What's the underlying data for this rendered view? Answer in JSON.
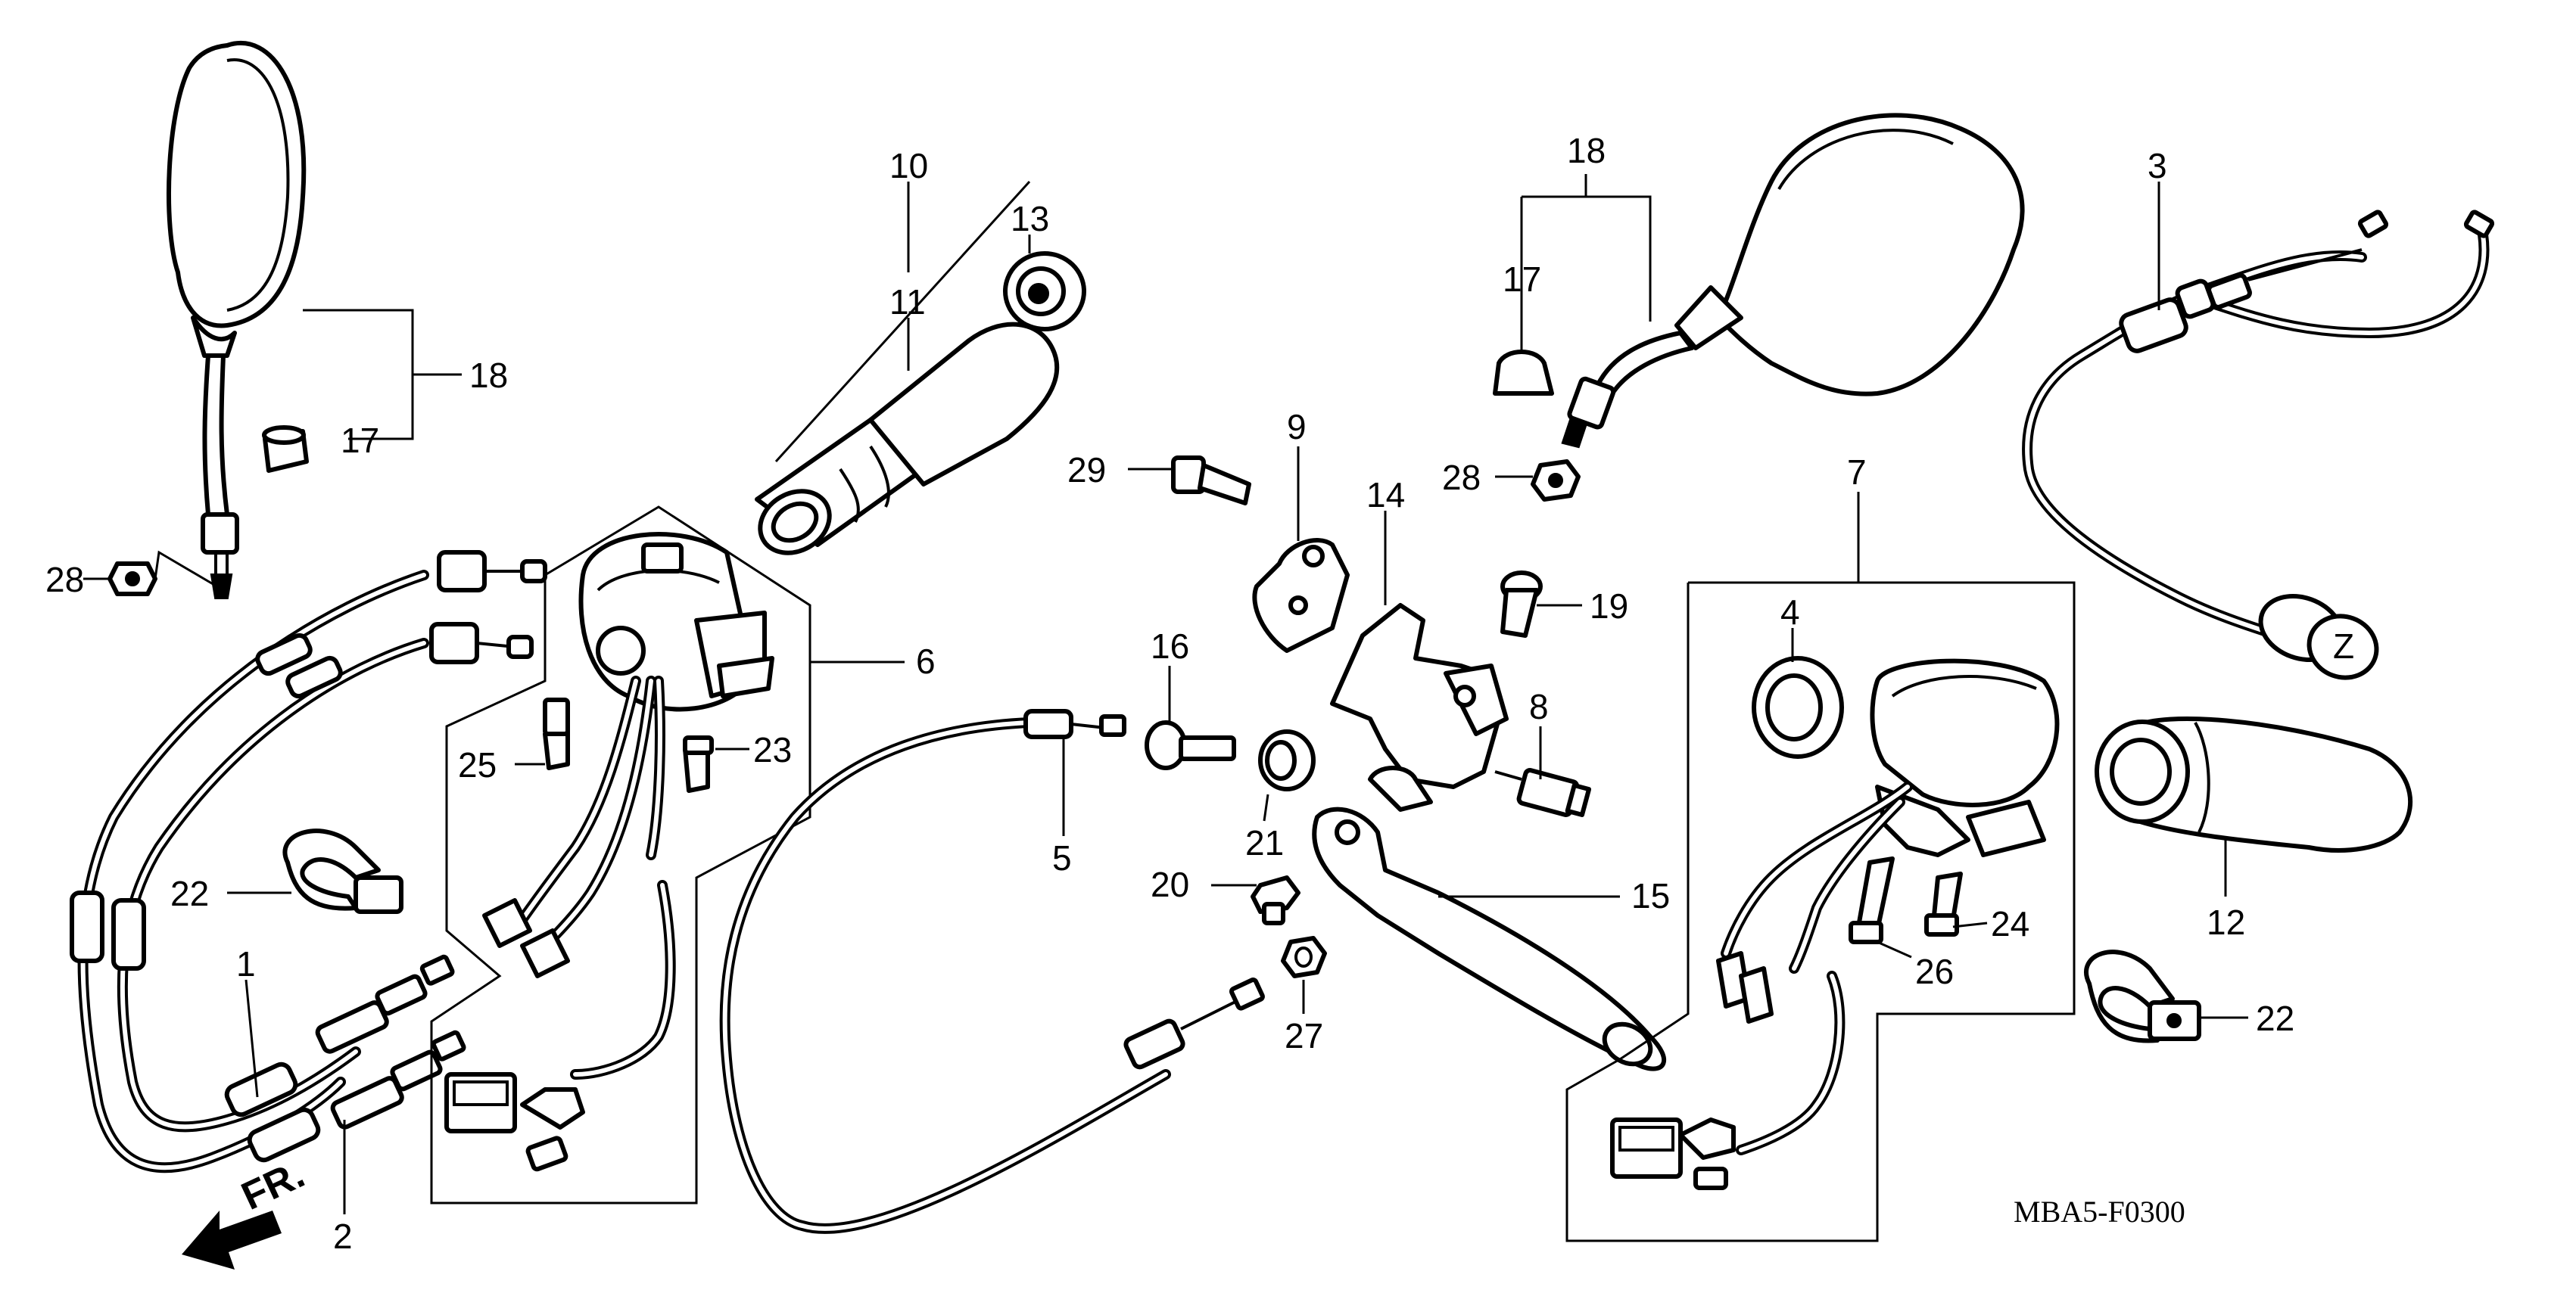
{
  "diagram": {
    "code": "MBA5-F0300",
    "direction_label": "FR.",
    "callouts": {
      "p1": "1",
      "p2": "2",
      "p3": "3",
      "p4": "4",
      "p5": "5",
      "p6": "6",
      "p7": "7",
      "p8": "8",
      "p9": "9",
      "p10": "10",
      "p11": "11",
      "p12": "12",
      "p13": "13",
      "p14": "14",
      "p15": "15",
      "p16": "16",
      "p17a": "17",
      "p17b": "17",
      "p18a": "18",
      "p18b": "18",
      "p19": "19",
      "p20": "20",
      "p21": "21",
      "p22a": "22",
      "p22b": "22",
      "p23": "23",
      "p24": "24",
      "p25": "25",
      "p26": "26",
      "p27": "27",
      "p28a": "28",
      "p28b": "28",
      "p29": "29"
    }
  }
}
